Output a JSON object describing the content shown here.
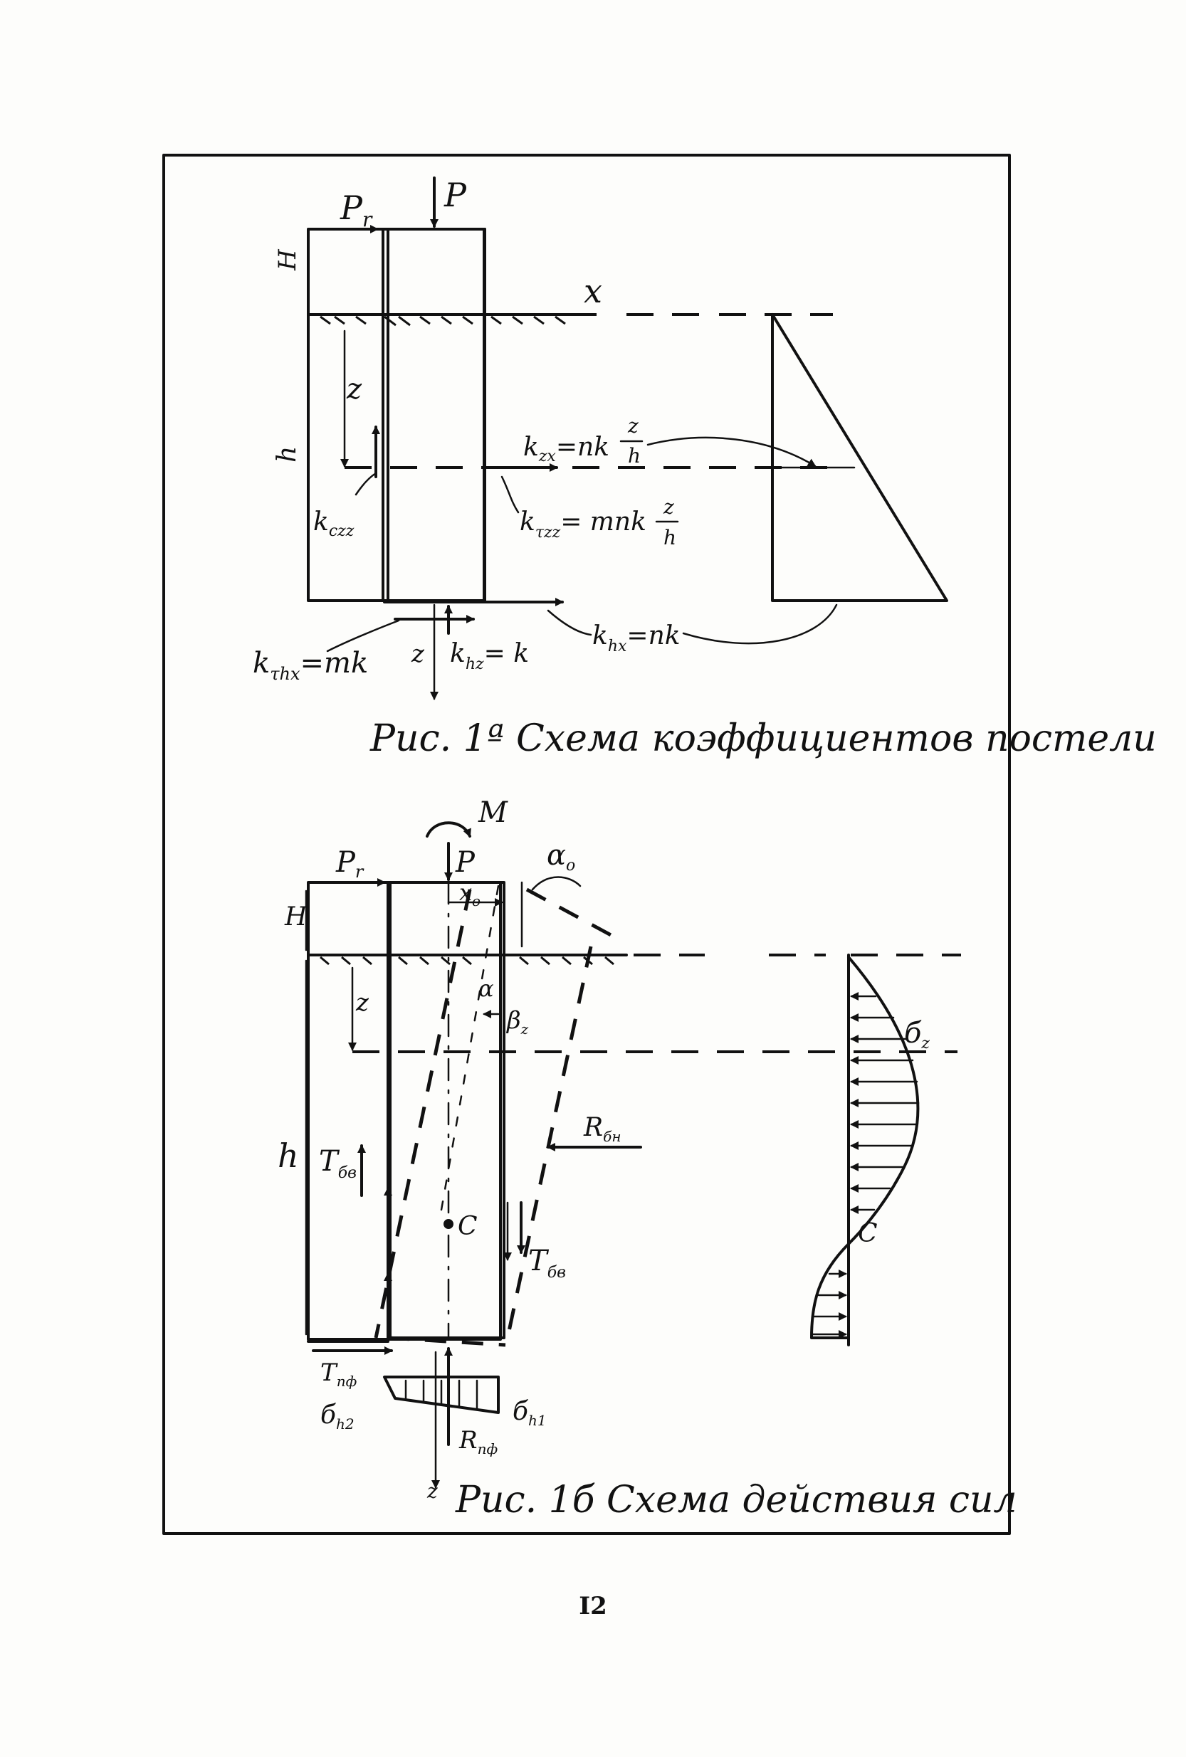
{
  "figure_a": {
    "caption": "Рис. 1ª Схема коэффициентов постели",
    "labels": {
      "P_r": "P",
      "P_r_sub": "r",
      "P": "P",
      "H": "H",
      "x": "x",
      "z": "z",
      "h": "h",
      "k_czz": "k",
      "k_czz_sub": "czz",
      "k_zx": "k",
      "k_zx_sub": "zx",
      "k_zx_rhs": "=nk",
      "k_zx_frac_num": "z",
      "k_zx_frac_den": "h",
      "k_tzz": "k",
      "k_tzz_sub": "τzz",
      "k_tzz_rhs": "= mnk",
      "k_tzz_frac_num": "z",
      "k_tzz_frac_den": "h",
      "k_thx": "k",
      "k_thx_sub": "τhx",
      "k_thx_rhs": "=mk",
      "z_bottom": "z",
      "k_hz": "k",
      "k_hz_sub": "hz",
      "k_hz_rhs": "= k",
      "k_hx": "k",
      "k_hx_sub": "hx",
      "k_hx_rhs": "=nk"
    }
  },
  "figure_b": {
    "caption": "Рис. 1б Схема действия сил",
    "labels": {
      "M": "M",
      "P": "P",
      "P_r": "P",
      "P_r_sub": "r",
      "H": "H",
      "x0": "x",
      "x0_sub": "o",
      "alpha0": "α",
      "alpha0_sub": "o",
      "alpha": "α",
      "beta_z": "β",
      "beta_z_sub": "z",
      "z": "z",
      "h": "h",
      "T_bv_left": "T",
      "T_bv_left_sub": "бв",
      "T_bv_right": "T",
      "T_bv_right_sub": "бв",
      "R_bn": "R",
      "R_bn_sub": "бн",
      "C_axis": "C",
      "C_diagram": "C",
      "sigma_z": "б",
      "sigma_z_sub": "z",
      "T_pf": "T",
      "T_pf_sub": "пф",
      "sigma_h2": "б",
      "sigma_h2_sub": "h2",
      "sigma_h1": "б",
      "sigma_h1_sub": "h1",
      "R_pf": "R",
      "R_pf_sub": "пф",
      "z_bottom": "z"
    }
  },
  "page_number": "I2"
}
